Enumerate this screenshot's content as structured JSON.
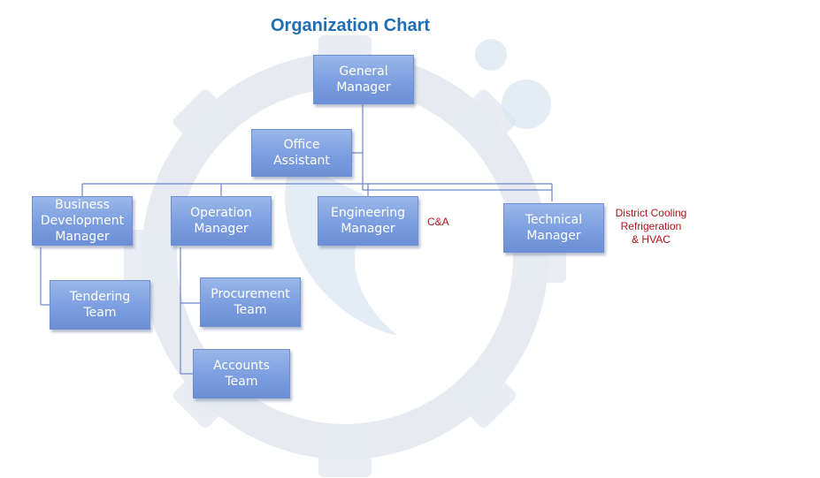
{
  "title": "Organization Chart",
  "nodes": {
    "general_manager": "General Manager",
    "office_assistant": "Office Assistant",
    "business_development_manager": "Business Development Manager",
    "operation_manager": "Operation Manager",
    "engineering_manager": "Engineering Manager",
    "technical_manager": "Technical Manager",
    "tendering_team": "Tendering Team",
    "procurement_team": "Procurement Team",
    "accounts_team": "Accounts Team"
  },
  "notes": {
    "engineering": "C&A",
    "technical_line1": "District Cooling",
    "technical_line2": "Refrigeration",
    "technical_line3": "& HVAC"
  },
  "colors": {
    "title": "#1f6fb8",
    "node_fill": "#7c9ee0",
    "connector": "#6b86c8",
    "note": "#b0141a"
  }
}
